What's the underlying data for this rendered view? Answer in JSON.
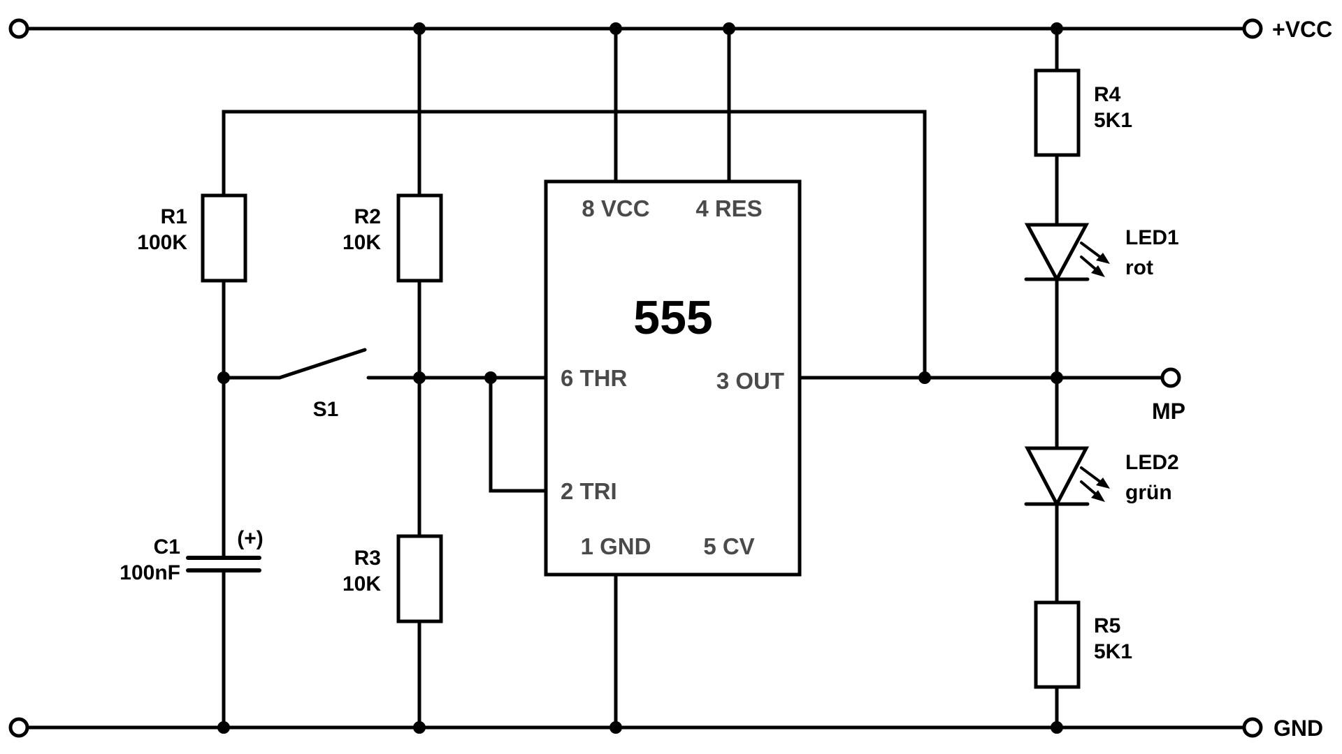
{
  "colors": {
    "wire": "#000000",
    "pin_text": "#4a4a4a",
    "background": "#ffffff"
  },
  "nets": {
    "vcc": "+VCC",
    "gnd": "GND",
    "mp": "MP"
  },
  "ic": {
    "name": "555",
    "pins": {
      "vcc": "8 VCC",
      "res": "4 RES",
      "thr": "6 THR",
      "out": "3 OUT",
      "tri": "2 TRI",
      "gnd": "1 GND",
      "cv": "5 CV"
    }
  },
  "components": {
    "r1": {
      "ref": "R1",
      "value": "100K"
    },
    "r2": {
      "ref": "R2",
      "value": "10K"
    },
    "r3": {
      "ref": "R3",
      "value": "10K"
    },
    "r4": {
      "ref": "R4",
      "value": "5K1"
    },
    "r5": {
      "ref": "R5",
      "value": "5K1"
    },
    "c1": {
      "ref": "C1",
      "value": "100nF",
      "polarity": "(+)"
    },
    "s1": {
      "ref": "S1"
    },
    "led1": {
      "ref": "LED1",
      "color": "rot"
    },
    "led2": {
      "ref": "LED2",
      "color": "grün"
    }
  }
}
